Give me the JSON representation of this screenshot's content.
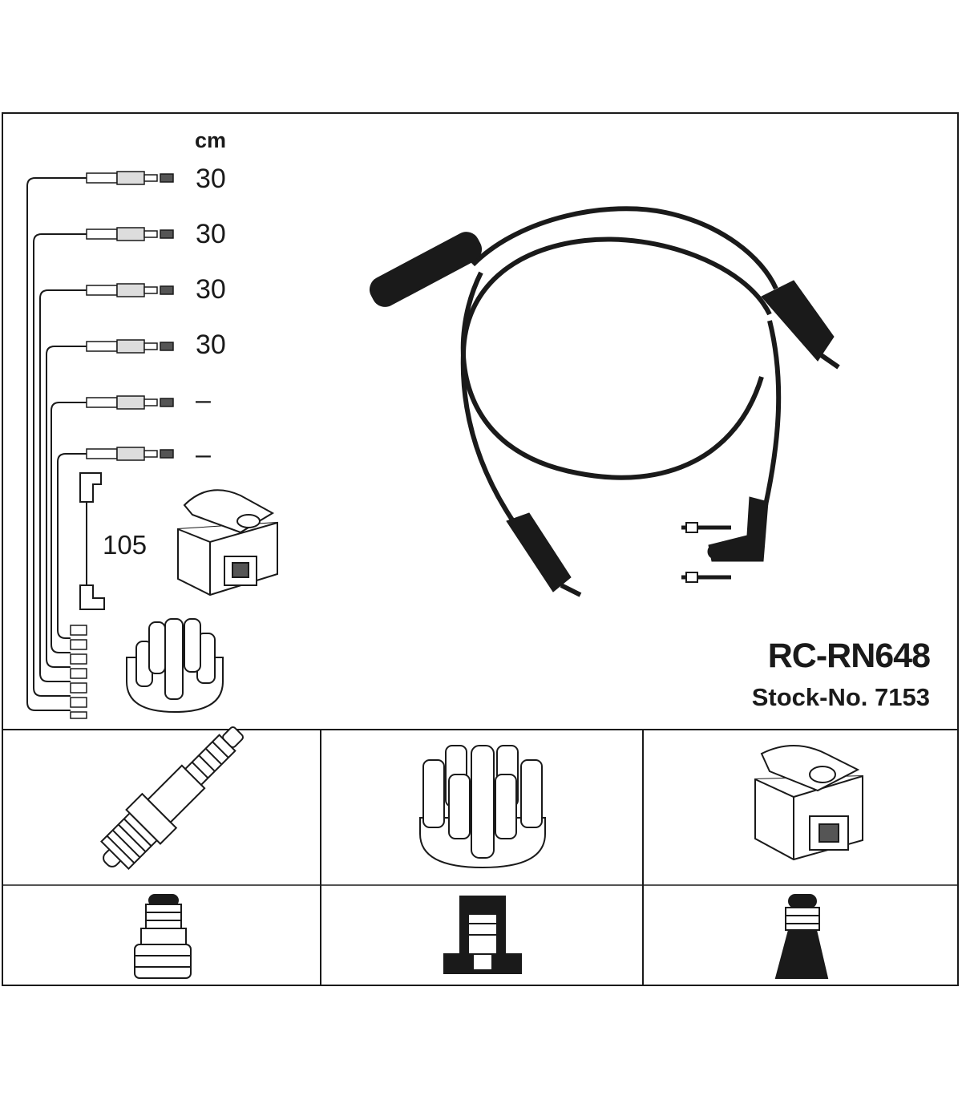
{
  "unit_label": "cm",
  "cable_lengths": [
    "30",
    "30",
    "30",
    "30",
    "–",
    "–"
  ],
  "coil_lead_length": "105",
  "part_number": "RC-RN648",
  "stock_number": "Stock-No. 7153",
  "icons": {
    "cable_set": "ignition-cable-set-icon",
    "spark_plug": "spark-plug-icon",
    "distributor_cap": "distributor-cap-icon",
    "ignition_coil": "ignition-coil-icon",
    "plug_terminal": "spark-plug-terminal-icon",
    "cap_terminal": "distributor-cap-terminal-icon",
    "coil_terminal": "coil-terminal-icon"
  },
  "colors": {
    "line": "#1a1a1a",
    "background": "#ffffff"
  }
}
